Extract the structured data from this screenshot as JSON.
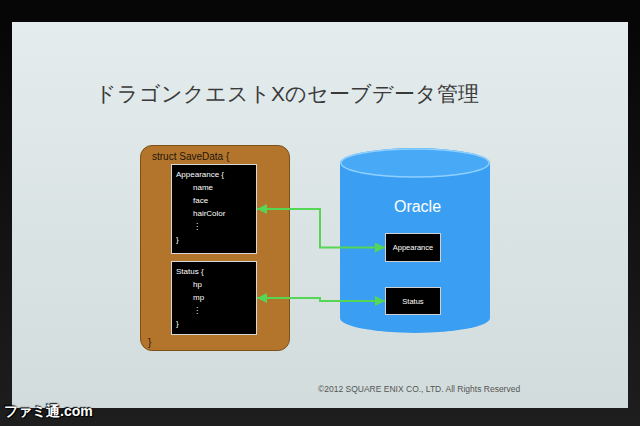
{
  "diagram": {
    "title": "ドラゴンクエストXのセーブデータ管理",
    "nodes": [
      {
        "text": [
          "struct SaveData {",
          "}"
        ]
      },
      {
        "text": [
          "Appearance {",
          "name",
          "face",
          "hairColor",
          "⋮",
          "}"
        ],
        "in": 0
      },
      {
        "text": [
          "Status {",
          "hp",
          "mp",
          "⋮",
          "}"
        ],
        "in": 0
      },
      {
        "text": [
          "Oracle"
        ]
      },
      {
        "text": [
          "Appearance"
        ],
        "in": 3
      },
      {
        "text": [
          "Status"
        ],
        "in": 3
      }
    ],
    "edges": [
      {
        "from": 1,
        "to": 4,
        "arrow": "both"
      },
      {
        "from": 2,
        "to": 5,
        "arrow": "both"
      }
    ],
    "labels": [
      "©2012 SQUARE ENIX CO., LTD. All Rights Reserved",
      "ファミ通.com"
    ]
  }
}
